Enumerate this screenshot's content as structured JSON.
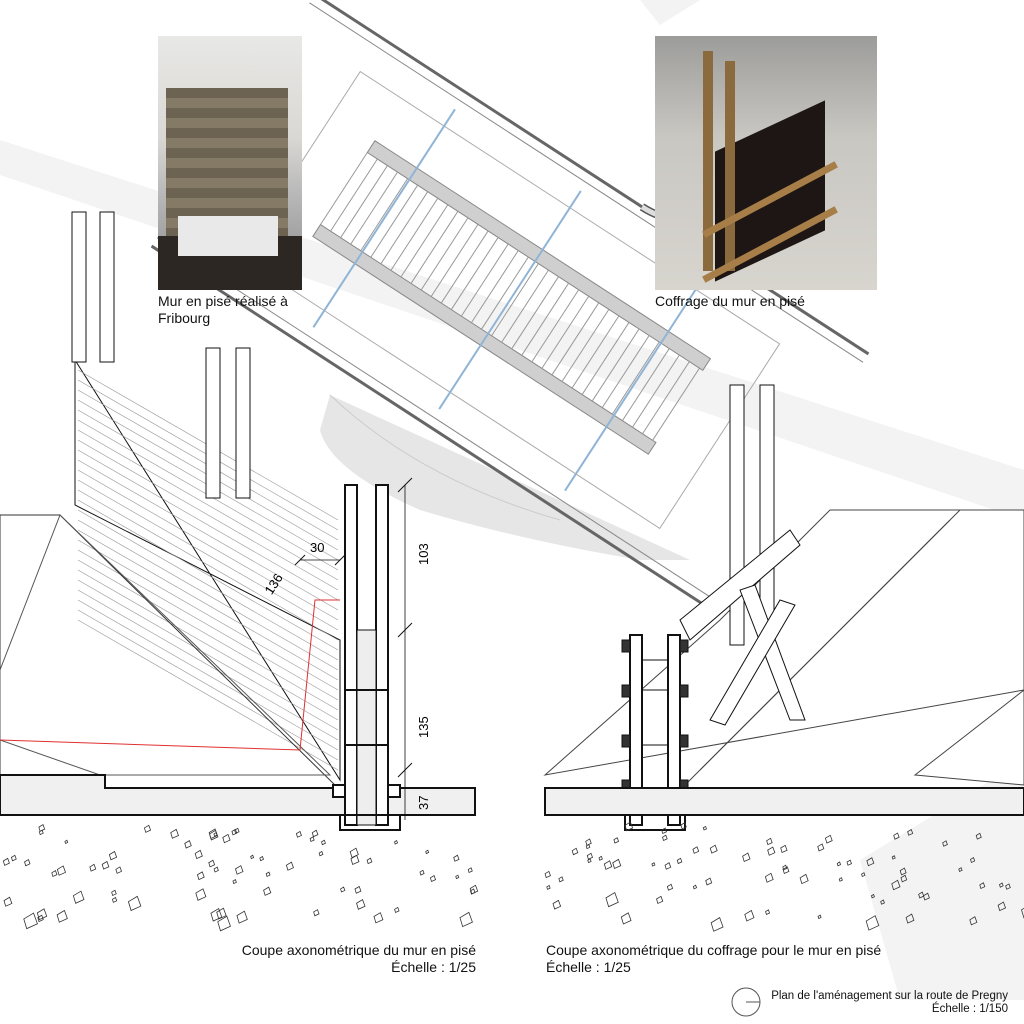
{
  "photos": {
    "left": {
      "caption_line1": "Mur en pisé réalisé à",
      "caption_line2": "Fribourg"
    },
    "right": {
      "caption": "Coffrage du mur en pisé"
    }
  },
  "left_section": {
    "title": "Coupe axonométrique du mur en pisé",
    "scale": "Échelle : 1/25",
    "dimensions": {
      "width_top": "30",
      "diagonal": "136",
      "upper_height": "103",
      "lower_height": "135",
      "footing_height": "37"
    }
  },
  "right_section": {
    "title": "Coupe axonométrique du coffrage pour le mur en pisé",
    "scale": "Échelle : 1/25"
  },
  "plan": {
    "title": "Plan de l'aménagement sur la route de Pregny",
    "scale": "Échelle : 1/150"
  },
  "colors": {
    "accent_blue": "#8fb4d6",
    "section_red": "#e03030",
    "grey_zone": "#e6e6e6"
  }
}
